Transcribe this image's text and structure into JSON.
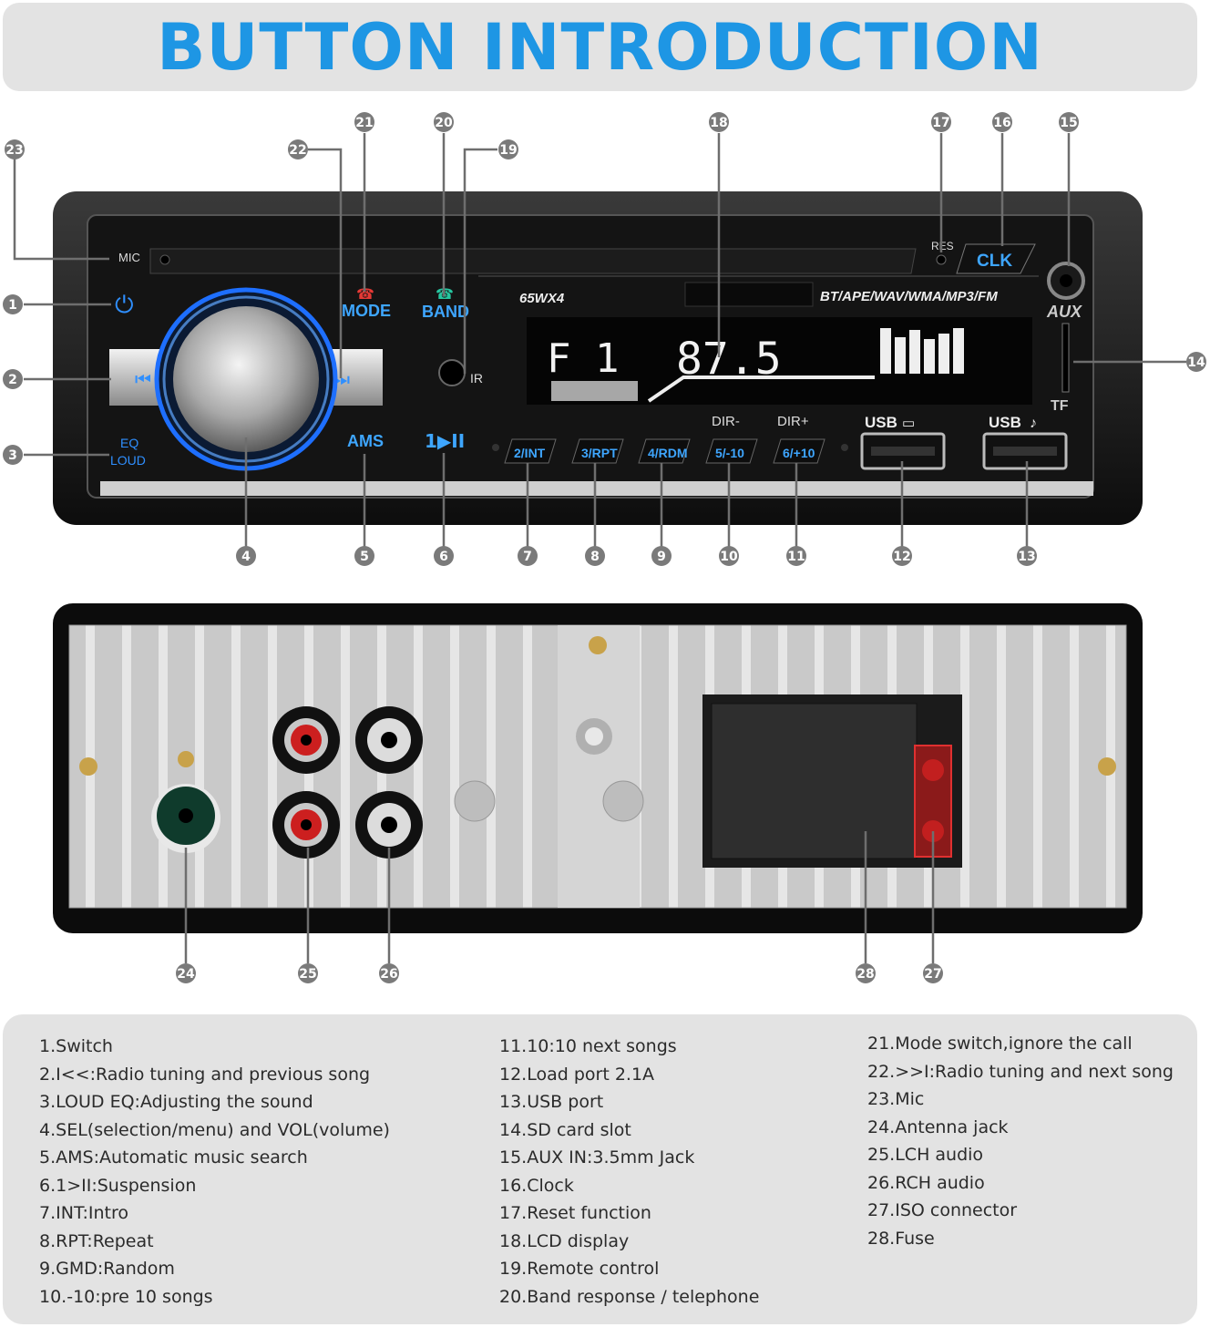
{
  "title": "BUTTON INTRODUCTION",
  "front_panel": {
    "mic": "MIC",
    "res": "RES",
    "clk": "CLK",
    "aux": "AUX",
    "tf": "TF",
    "model": "65WX4",
    "formats": "BT/APE/WAV/WMA/MP3/FM",
    "mode": "MODE",
    "band": "BAND",
    "ams": "AMS",
    "play": "1▶II",
    "eq": "EQ",
    "loud": "LOUD",
    "lcd_band": "F 1",
    "lcd_freq": "87.5",
    "ir": "IR",
    "dir_minus": "DIR-",
    "dir_plus": "DIR+",
    "usb_charge": "USB",
    "usb_music": "USB",
    "presets": [
      "2/INT",
      "3/RPT",
      "4/RDM",
      "5/-10",
      "6/+10"
    ]
  },
  "callouts": [
    "1",
    "2",
    "3",
    "4",
    "5",
    "6",
    "7",
    "8",
    "9",
    "10",
    "11",
    "12",
    "13",
    "14",
    "15",
    "16",
    "17",
    "18",
    "19",
    "20",
    "21",
    "22",
    "23",
    "24",
    "25",
    "26",
    "27",
    "28"
  ],
  "legend": {
    "col1": [
      "1.Switch",
      "2.I<<:Radio tuning and previous song",
      "3.LOUD EQ:Adjusting the sound",
      "4.SEL(selection/menu) and VOL(volume)",
      "5.AMS:Automatic music search",
      "6.1>II:Suspension",
      "7.INT:Intro",
      "8.RPT:Repeat",
      "9.GMD:Random",
      "10.-10:pre 10 songs"
    ],
    "col2": [
      "11.10:10 next songs",
      "12.Load port 2.1A",
      "13.USB port",
      "14.SD card slot",
      "15.AUX IN:3.5mm Jack",
      "16.Clock",
      "17.Reset function",
      "18.LCD display",
      "19.Remote control",
      "20.Band response / telephone"
    ],
    "col3": [
      "21.Mode switch,ignore the call",
      "22.>>I:Radio tuning and next song",
      "23.Mic",
      "24.Antenna jack",
      "25.LCH audio",
      "26.RCH audio",
      "27.ISO connector",
      "28.Fuse"
    ]
  }
}
